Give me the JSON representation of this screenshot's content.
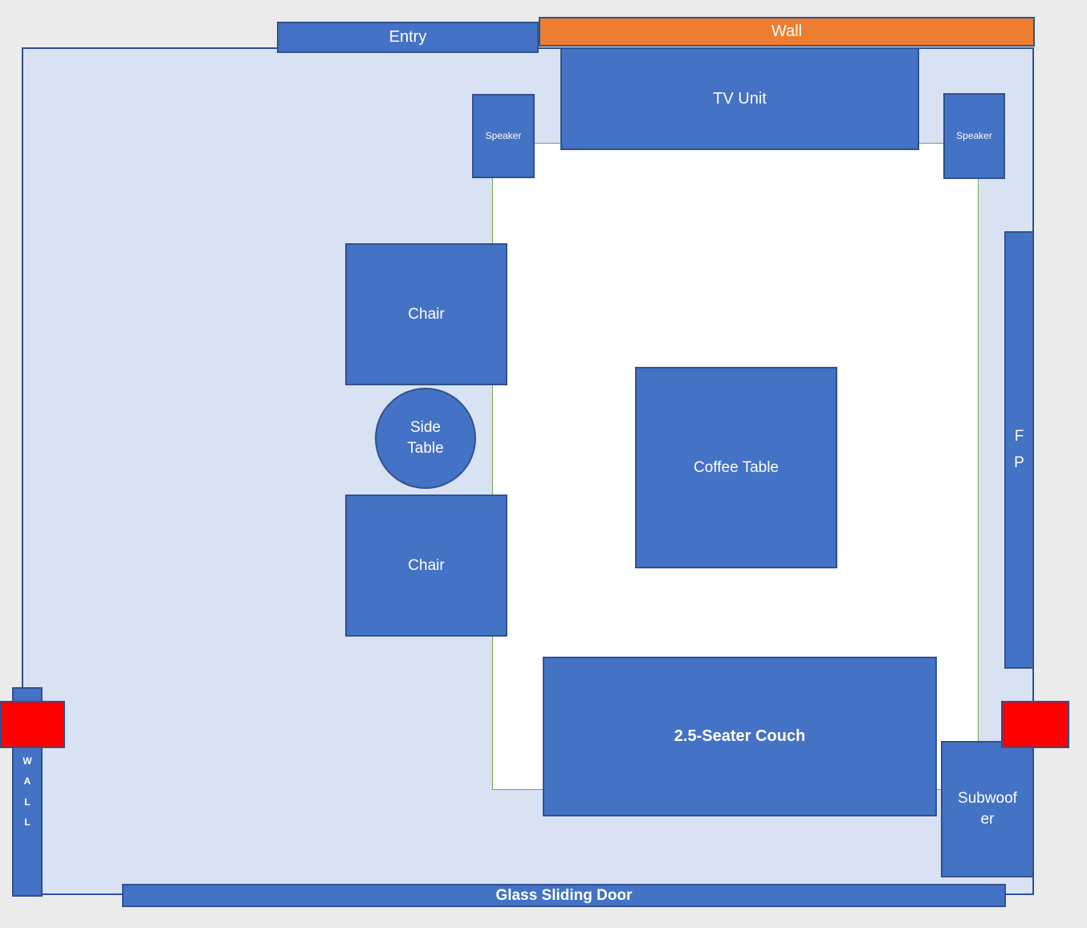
{
  "colors": {
    "furniture_blue": "#4472c4",
    "shape_border_navy": "#2f528f",
    "wall_orange": "#ed7d31",
    "room_fill": "#d9e2f3",
    "open_floor_white": "#ffffff",
    "open_floor_border_green": "#70ad47",
    "blocked_red": "#ff0000",
    "page_background": "#ebebeb",
    "label_text": "#ffffff"
  },
  "shapes": {
    "entry": {
      "label": "Entry"
    },
    "wall_top": {
      "label": "Wall"
    },
    "tv_unit": {
      "label": "TV Unit"
    },
    "speaker_left": {
      "label": "Speaker"
    },
    "speaker_right": {
      "label": "Speaker"
    },
    "chair_top": {
      "label": "Chair"
    },
    "side_table": {
      "label": "Side\nTable"
    },
    "chair_bottom": {
      "label": "Chair"
    },
    "coffee_table": {
      "label": "Coffee Table"
    },
    "fireplace": {
      "label": "F\nP"
    },
    "couch": {
      "label": "2.5-Seater Couch"
    },
    "subwoofer": {
      "label": "Subwoof\ner"
    },
    "wall_left": {
      "label": "W\nA\nL\nL"
    },
    "glass_door": {
      "label": "Glass Sliding Door"
    }
  }
}
